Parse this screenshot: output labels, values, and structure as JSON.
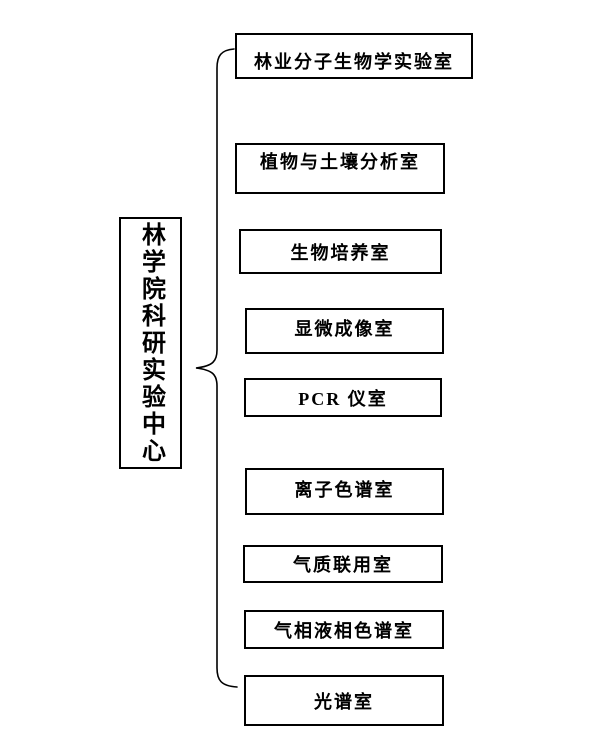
{
  "diagram": {
    "root": {
      "label": "林学院科研实验中心"
    },
    "children": [
      {
        "label": "林业分子生物学实验室"
      },
      {
        "label": "植物与土壤分析室"
      },
      {
        "label": "生物培养室"
      },
      {
        "label": "显微成像室"
      },
      {
        "label": "PCR 仪室"
      },
      {
        "label": "离子色谱室"
      },
      {
        "label": "气质联用室"
      },
      {
        "label": "气相液相色谱室"
      },
      {
        "label": "光谱室"
      }
    ],
    "colors": {
      "line": "#000000",
      "text": "#000000",
      "background": "#ffffff"
    }
  }
}
